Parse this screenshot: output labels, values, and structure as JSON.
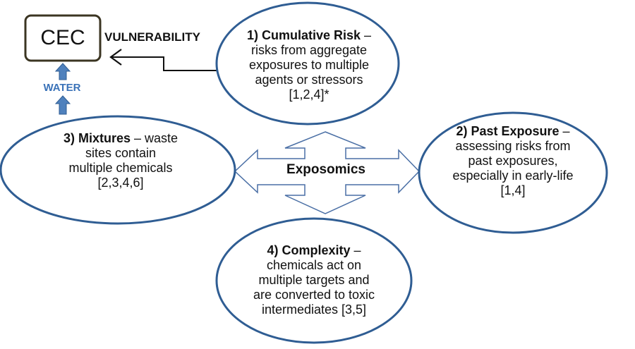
{
  "cec": {
    "label": "CEC"
  },
  "vulnerability": {
    "label": "VULNERABILITY"
  },
  "water": {
    "label": "WATER"
  },
  "hub": {
    "label": "Exposomics"
  },
  "nodes": {
    "cumulative_risk": {
      "title": "1) Cumulative Risk",
      "dash": " –",
      "lines": [
        "risks from aggregate",
        "exposures to multiple",
        "agents or stressors",
        "[1,2,4]*"
      ]
    },
    "past_exposure": {
      "title": "2) Past Exposure",
      "dash": " –",
      "lines": [
        "assessing risks from",
        "past exposures,",
        "especially in early-life",
        "[1,4]"
      ]
    },
    "mixtures": {
      "title": "3) Mixtures",
      "dash": " – waste",
      "lines": [
        "sites contain",
        "multiple chemicals",
        "[2,3,4,6]"
      ]
    },
    "complexity": {
      "title": "4) Complexity",
      "dash": " –",
      "lines": [
        "chemicals act on",
        "multiple targets and",
        "are converted to toxic",
        "intermediates [3,5]"
      ]
    }
  },
  "colors": {
    "ellipse_stroke": "#2f5d93",
    "hub_stroke": "#4a6fa5",
    "water_text": "#3a72b8",
    "water_arrow_fill": "#4f81bd",
    "cec_box_stroke": "#3b3522",
    "line": "#111111"
  }
}
